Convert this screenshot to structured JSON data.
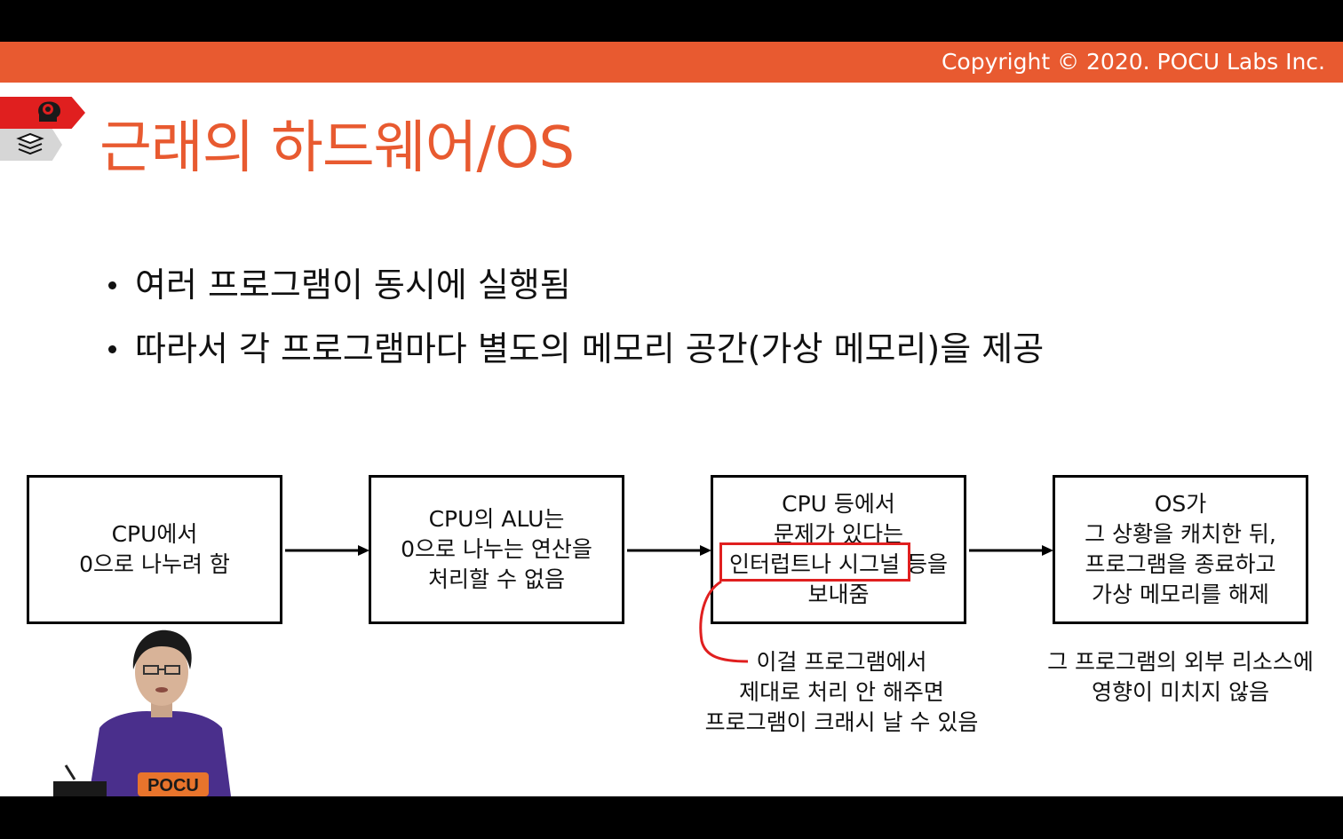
{
  "header": {
    "copyright": "Copyright © 2020. POCU Labs Inc.",
    "accent_color": "#e85a30"
  },
  "side_nav": {
    "items": [
      {
        "icon": "brain-icon",
        "active": true,
        "color": "#e01f1f"
      },
      {
        "icon": "books-icon",
        "active": false,
        "color": "#d6d6d6"
      }
    ]
  },
  "slide": {
    "title": "근래의 하드웨어/OS",
    "bullets": [
      "여러 프로그램이 동시에 실행됨",
      "따라서 각 프로그램마다 별도의 메모리 공간(가상 메모리)을 제공"
    ]
  },
  "flow": {
    "boxes": [
      {
        "lines": [
          "CPU에서",
          "0으로 나누려 함"
        ]
      },
      {
        "lines": [
          "CPU의 ALU는",
          "0으로 나누는 연산을",
          "처리할 수 없음"
        ]
      },
      {
        "lines": [
          "CPU 등에서",
          "문제가 있다는",
          "인터럽트나 시그널 등을",
          "보내줌"
        ],
        "highlighted": "인터럽트나 시그널"
      },
      {
        "lines": [
          "OS가",
          "그 상황을 캐치한 뒤,",
          "프로그램을 종료하고",
          "가상 메모리를 해제"
        ]
      }
    ],
    "notes": {
      "callout": [
        "이걸 프로그램에서",
        "제대로 처리 안 해주면",
        "프로그램이 크래시 날 수 있음"
      ],
      "right": [
        "그 프로그램의 외부 리소스에",
        "영향이 미치지 않음"
      ]
    },
    "highlight_color": "#e01f1f"
  },
  "presenter": {
    "shirt_logo": "POCU"
  }
}
